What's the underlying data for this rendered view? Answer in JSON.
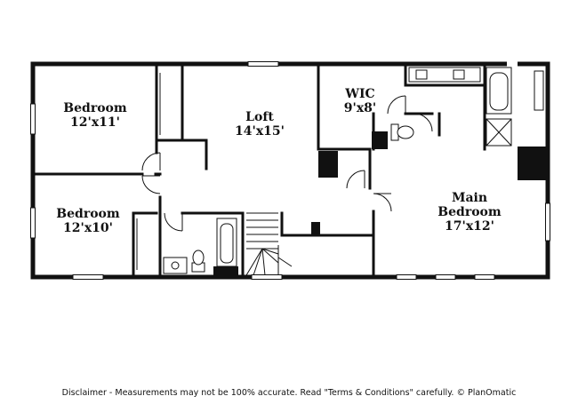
{
  "rooms": [
    {
      "name": "Bedroom",
      "size": "12'x11'"
    },
    {
      "name": "Bedroom",
      "size": "12'x10'"
    },
    {
      "name": "Loft",
      "size": "14'x15'"
    },
    {
      "name": "WIC",
      "size": "9'x8'"
    },
    {
      "name": "Main Bedroom",
      "size": "17'x12'"
    }
  ],
  "disclaimer": "Disclaimer - Measurements may not be 100% accurate. Read \"Terms & Conditions\" carefully. © PlanOmatic"
}
